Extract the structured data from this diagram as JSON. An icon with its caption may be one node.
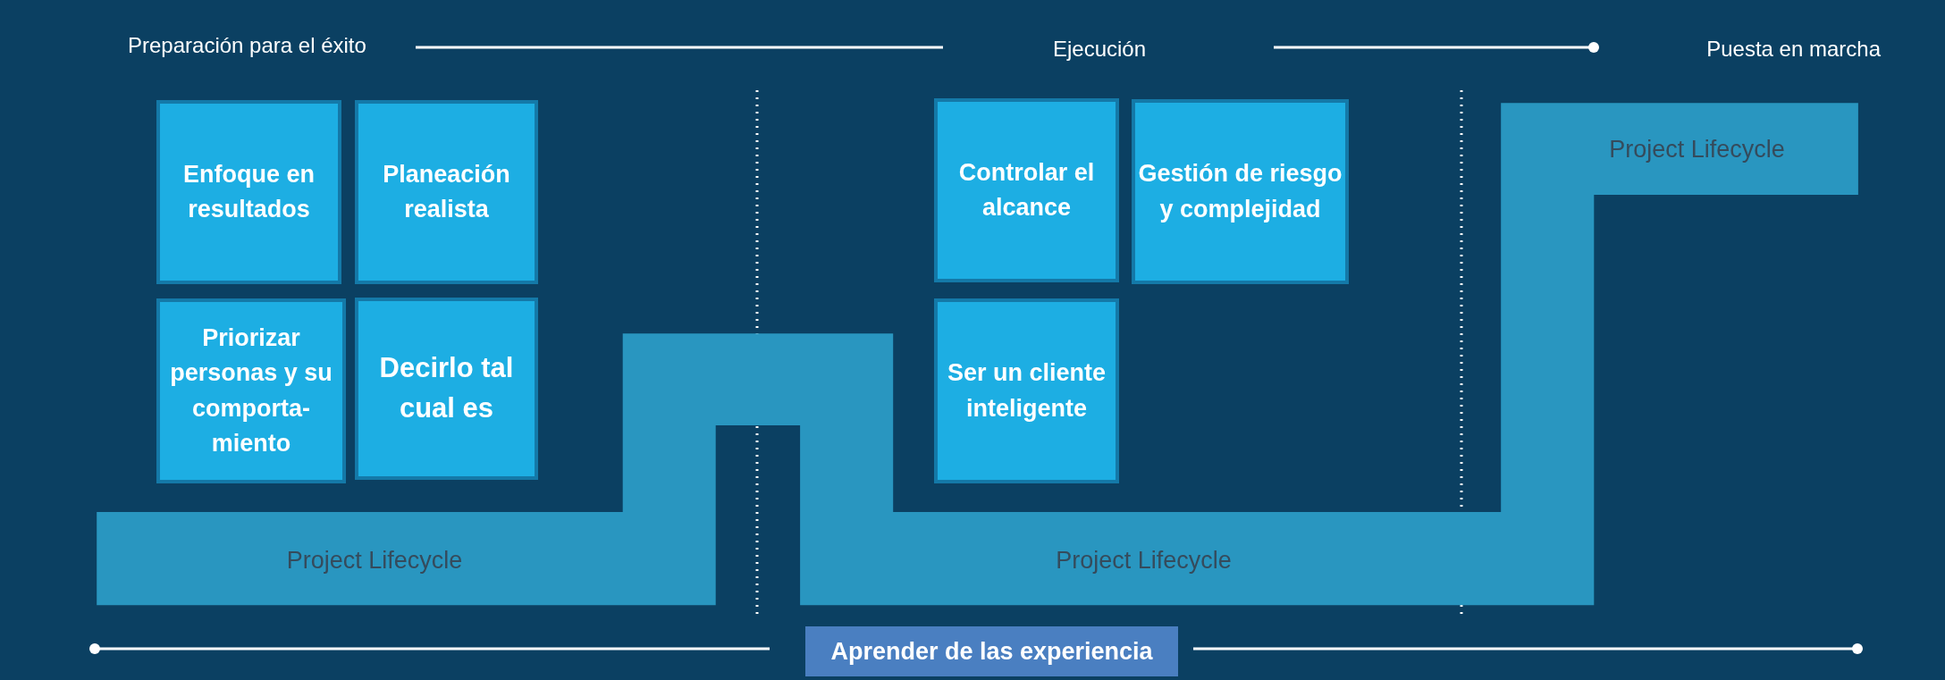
{
  "diagram": {
    "nodes": [
      {
        "text": [
          "Project Lifecycle",
          "Project Lifecycle",
          "Project Lifecycle"
        ]
      },
      {
        "text": [
          "Enfoque en resultados"
        ]
      },
      {
        "text": [
          "Planeación realista"
        ]
      },
      {
        "text": [
          "Priorizar personas y su comporta- miento"
        ]
      },
      {
        "text": [
          "Decirlo tal cual es"
        ]
      },
      {
        "text": [
          "Controlar el alcance"
        ]
      },
      {
        "text": [
          "Gestión de riesgo y complejidad"
        ]
      },
      {
        "text": [
          "Ser un cliente inteligente"
        ]
      },
      {
        "text": [
          "Aprender de las experiencia"
        ]
      }
    ],
    "edges": [],
    "labels": [
      "Preparación para el éxito",
      "Ejecución",
      "Puesta en marcha"
    ]
  }
}
